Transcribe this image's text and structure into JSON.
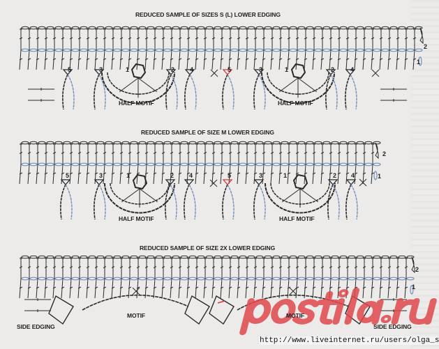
{
  "panels": [
    {
      "title": "REDUCED SAMPLE OF SIZES S (L) LOWER EDGING",
      "motif_labels": [
        "HALF MOTIF",
        "HALF MOTIF"
      ],
      "round_numbers": [
        "5",
        "3",
        "1",
        "2",
        "4",
        "5",
        "3",
        "1",
        "2",
        "4"
      ],
      "row_numbers": [
        "2",
        "1"
      ]
    },
    {
      "title": "REDUCED SAMPLE OF SIZE M LOWER EDGING",
      "motif_labels": [
        "HALF MOTIF",
        "HALF MOTIF"
      ],
      "round_numbers": [
        "5",
        "3",
        "1",
        "2",
        "4",
        "5",
        "3",
        "1",
        "2",
        "4"
      ],
      "row_numbers": [
        "2",
        "1"
      ]
    },
    {
      "title": "REDUCED SAMPLE OF SIZE 2X LOWER EDGING",
      "motif_labels": [
        "MOTIF",
        "MOTIF"
      ],
      "side_labels": [
        "SIDE EDGING",
        "SIDE EDGING"
      ],
      "row_numbers": [
        "2",
        "1"
      ]
    }
  ],
  "watermark": "postila.ru",
  "url": "http://www.liveinternet.ru/users/olga_san/",
  "colors": {
    "ink": "#2a2a2a",
    "blue": "#6f8fb8",
    "red": "#d33b3b",
    "watermark": "#e0484c"
  }
}
